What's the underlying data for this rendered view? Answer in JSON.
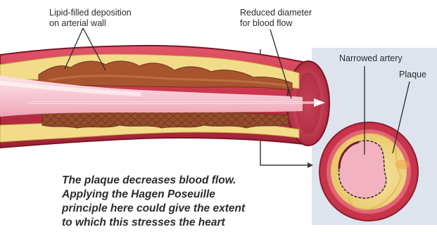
{
  "labels": {
    "lipid_line1": "Lipid-filled deposition",
    "lipid_line2": "on arterial wall",
    "reduced_line1": "Reduced diameter",
    "reduced_line2": "for blood flow",
    "narrowed": "Narrowed artery",
    "plaque": "Plaque"
  },
  "caption": {
    "line1": "The plaque decreases blood flow.",
    "line2": "Applying the Hagen Poseuille",
    "line3": "principle here could give the extent",
    "line4": "to which this stresses the heart"
  },
  "colors": {
    "artery_wall": "#c8344a",
    "artery_wall_dark": "#8e1e2e",
    "plaque_yellow": "#f2dc8a",
    "plaque_brown": "#a8552f",
    "lumen_pink": "#f4b6c4",
    "inset_background": "#dde4ee"
  }
}
